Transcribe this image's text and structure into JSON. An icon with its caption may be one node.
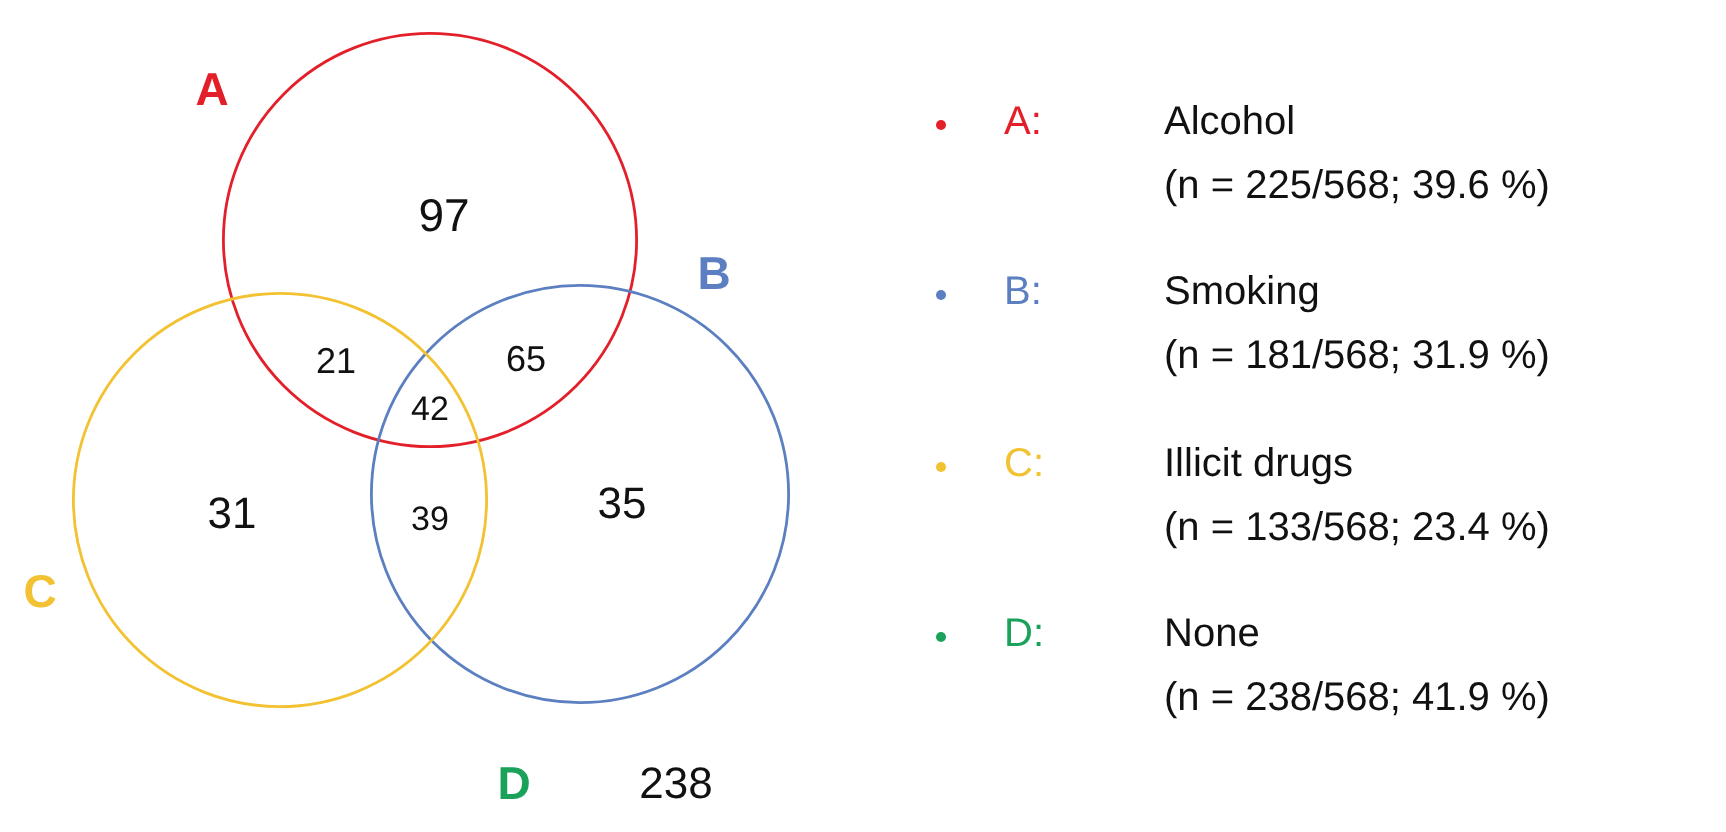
{
  "diagram": {
    "nodes": [
      {
        "text": [
          "A"
        ]
      },
      {
        "text": [
          "B"
        ]
      },
      {
        "text": [
          "C"
        ]
      }
    ],
    "labels": [
      "97",
      "21",
      "65",
      "42",
      "31",
      "39",
      "35",
      "D",
      "238",
      "A:",
      "(n = 225/568; 39.6 %)",
      "B:",
      "(n = 181/568; 31.9 %)",
      "C:",
      "(n = 133/568; 23.4 %)",
      "D:",
      "(n = 238/568; 41.9 %)"
    ],
    "legend": [
      {
        "text": "Alcohol",
        "color": "#e3202a"
      },
      {
        "text": "Smoking",
        "color": "#5b7fc0"
      },
      {
        "text": "Illicit drugs",
        "color": "#f2c232"
      },
      {
        "text": "None",
        "color": "#1aa25a"
      }
    ]
  }
}
